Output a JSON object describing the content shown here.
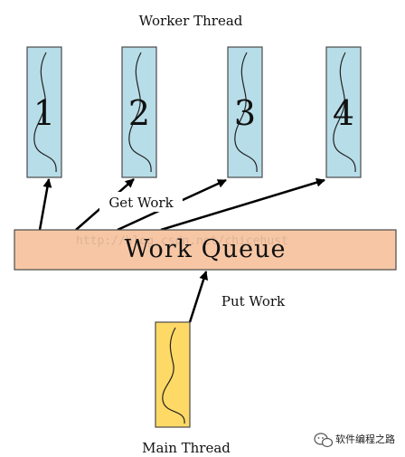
{
  "title": "Worker Thread",
  "workers": [
    {
      "label": "1"
    },
    {
      "label": "2"
    },
    {
      "label": "3"
    },
    {
      "label": "4"
    }
  ],
  "queue": {
    "label": "Work Queue",
    "color": "#f7c7a5"
  },
  "get_work_label": "Get Work",
  "put_work_label": "Put Work",
  "main_thread_label": "Main Thread",
  "worker_color": "#b7dde8",
  "main_color": "#ffd966",
  "watermark": {
    "text": "软件编程之路",
    "icon": "wechat-logo-icon"
  },
  "faint_url": "http://blog.csdn.net/chicehust"
}
